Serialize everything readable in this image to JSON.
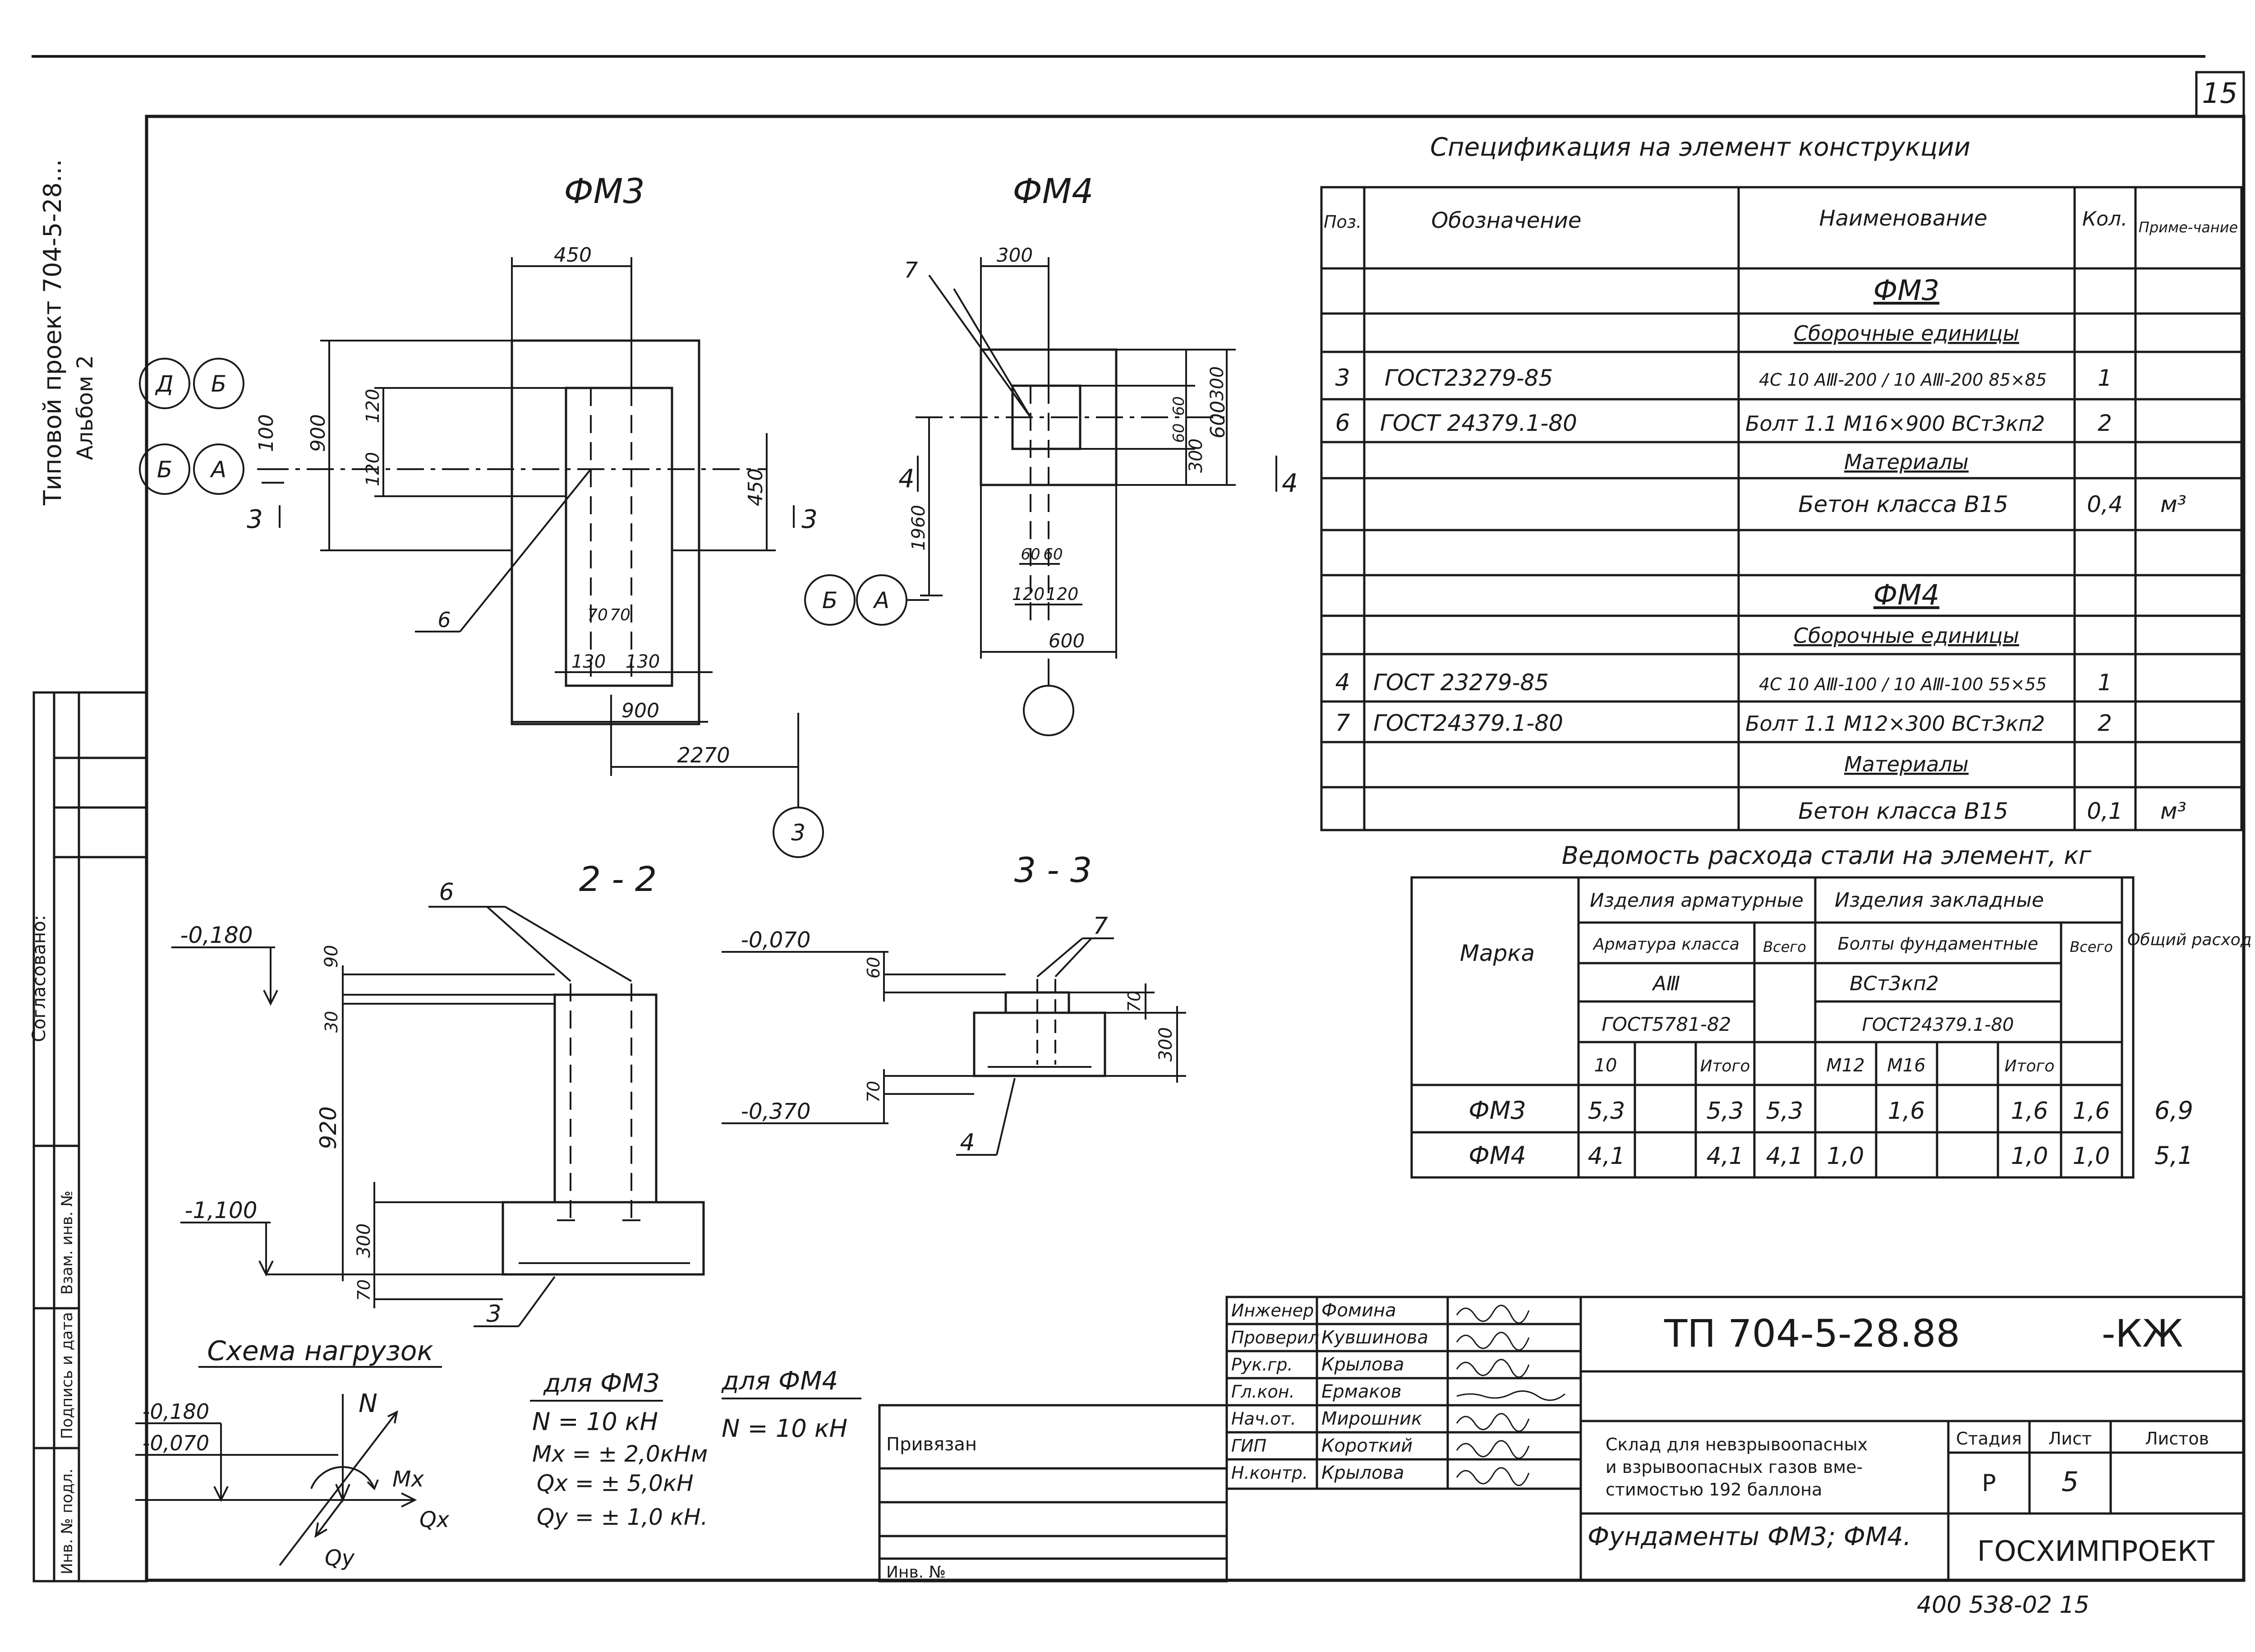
{
  "sheet_number": "15",
  "side_stamp": {
    "project_line": "Типовой проект 704-5-28...",
    "album": "Альбом 2",
    "agreed": "Согласовано:",
    "inv_replace": "Взам. инв. №",
    "sign_date": "Подпись и дата",
    "inv_orig": "Инв. № подл."
  },
  "plan_fm3": {
    "title": "ФМ3",
    "dims": {
      "w450": "450",
      "h900": "900",
      "v120a": "120",
      "v120b": "120",
      "v100": "100",
      "h450": "450",
      "d70a": "70",
      "d70b": "70",
      "d130a": "130",
      "d130b": "130",
      "w900": "900",
      "off2270": "2270"
    },
    "axis_labels": [
      "Д",
      "Б",
      "Б",
      "А"
    ],
    "section_mark": "3",
    "pos_callout": "6",
    "axis_circle": "3"
  },
  "plan_fm4": {
    "title": "ФМ4",
    "dims": {
      "w300": "300",
      "v60a": "60",
      "v60b": "60",
      "v300a": "300",
      "v300b": "300",
      "v600": "600",
      "h1960": "1960",
      "d60a": "60",
      "d60b": "60",
      "d120a": "120",
      "d120b": "120",
      "w600": "600"
    },
    "axis_labels": [
      "Б",
      "А"
    ],
    "section_mark": "4",
    "pos_callout": "7"
  },
  "section_22": {
    "title": "2 - 2",
    "elev_top": "-0,180",
    "elev_bottom": "-1,100",
    "dims": {
      "d90": "90",
      "d30": "30",
      "d920": "920",
      "d300": "300",
      "d70": "70"
    },
    "callout_top": "6",
    "callout_bottom": "3"
  },
  "section_33": {
    "title": "3 - 3",
    "elev_top": "-0,070",
    "elev_bottom": "-0,370",
    "dims": {
      "d60": "60",
      "d70a": "70",
      "d300": "300",
      "d70b": "70"
    },
    "callout_top": "7",
    "callout_bottom": "4"
  },
  "load_scheme": {
    "title": "Схема нагрузок",
    "elev1": "-0,180",
    "elev2": "-0,070",
    "labels": {
      "N": "N",
      "Mx": "Mx",
      "Qx": "Qx",
      "Qy": "Qy"
    },
    "fm3_head": "для ФМ3",
    "fm3_lines": [
      "N = 10 кН",
      "Mx = ± 2,0кНм",
      "Qx = ± 5,0кН",
      "Qy = ± 1,0 кН."
    ],
    "fm4_head": "для ФМ4",
    "fm4_lines": [
      "N = 10 кН"
    ]
  },
  "spec": {
    "title": "Спецификация на элемент конструкции",
    "headers": {
      "pos": "Поз.",
      "designation": "Обозначение",
      "name": "Наименование",
      "qty": "Кол.",
      "note": "Приме-чание"
    },
    "rows": [
      {
        "pos": "",
        "designation": "",
        "name": "ФМ3",
        "qty": "",
        "note": ""
      },
      {
        "pos": "",
        "designation": "",
        "name": "Сборочные единицы",
        "qty": "",
        "note": ""
      },
      {
        "pos": "3",
        "designation": "ГОСТ23279-85",
        "name": "4С 10 АⅢ-200 / 10 АⅢ-200  85×85",
        "qty": "1",
        "note": ""
      },
      {
        "pos": "6",
        "designation": "ГОСТ 24379.1-80",
        "name": "Болт 1.1 М16×900 ВСт3кп2",
        "qty": "2",
        "note": ""
      },
      {
        "pos": "",
        "designation": "",
        "name": "Материалы",
        "qty": "",
        "note": ""
      },
      {
        "pos": "",
        "designation": "",
        "name": "Бетон класса В15",
        "qty": "0,4",
        "note": "м³"
      },
      {
        "pos": "",
        "designation": "",
        "name": "",
        "qty": "",
        "note": ""
      },
      {
        "pos": "",
        "designation": "",
        "name": "ФМ4",
        "qty": "",
        "note": ""
      },
      {
        "pos": "",
        "designation": "",
        "name": "Сборочные единицы",
        "qty": "",
        "note": ""
      },
      {
        "pos": "4",
        "designation": "ГОСТ 23279-85",
        "name": "4С 10 АⅢ-100 / 10 АⅢ-100  55×55",
        "qty": "1",
        "note": ""
      },
      {
        "pos": "7",
        "designation": "ГОСТ24379.1-80",
        "name": "Болт 1.1 М12×300 ВСт3кп2",
        "qty": "2",
        "note": ""
      },
      {
        "pos": "",
        "designation": "",
        "name": "Материалы",
        "qty": "",
        "note": ""
      },
      {
        "pos": "",
        "designation": "",
        "name": "Бетон класса В15",
        "qty": "0,1",
        "note": "м³"
      }
    ]
  },
  "steel": {
    "title": "Ведомость расхода стали на элемент, кг",
    "headers": {
      "mark": "Марка",
      "rebar_group": "Изделия арматурные",
      "rebar_class": "Арматура класса",
      "rebar_grade": "АⅢ",
      "rebar_gost": "ГОСТ5781-82",
      "rebar_10": "10",
      "rebar_total": "Итого",
      "rebar_all": "Всего",
      "embed_group": "Изделия закладные",
      "embed_bolts": "Болты фундаментные",
      "embed_steel": "ВСт3кп2",
      "embed_gost": "ГОСТ24379.1-80",
      "m12": "М12",
      "m16": "М16",
      "embed_total": "Итого",
      "embed_all": "Всего",
      "overall": "Общий расход"
    },
    "rows": [
      {
        "mark": "ФМ3",
        "c10": "5,3",
        "c10b": "",
        "total1": "5,3",
        "all1": "5,3",
        "m12": "",
        "m16": "1,6",
        "mx": "",
        "total2": "1,6",
        "all2": "1,6",
        "overall": "6,9"
      },
      {
        "mark": "ФМ4",
        "c10": "4,1",
        "c10b": "",
        "total1": "4,1",
        "all1": "4,1",
        "m12": "1,0",
        "m16": "",
        "mx": "",
        "total2": "1,0",
        "all2": "1,0",
        "overall": "5,1"
      }
    ]
  },
  "title_block": {
    "signatures": [
      {
        "role": "Инженер",
        "name": "Фомина"
      },
      {
        "role": "Проверил",
        "name": "Кувшинова"
      },
      {
        "role": "Рук.гр.",
        "name": "Крылова"
      },
      {
        "role": "Гл.кон.",
        "name": "Ермаков"
      },
      {
        "role": "Нач.от.",
        "name": "Мирошник"
      },
      {
        "role": "ГИП",
        "name": "Короткий"
      },
      {
        "role": "Н.контр.",
        "name": "Крылова"
      }
    ],
    "attached": "Привязан",
    "inv_no": "Инв. №",
    "code": "ТП 704-5-28.88",
    "code_suffix": "-КЖ",
    "description": [
      "Склад для невзрывоопасных",
      "и взрывоопасных газов вме-",
      "стимостью 192 баллона"
    ],
    "stage_label": "Стадия",
    "sheet_label": "Лист",
    "sheets_label": "Листов",
    "stage": "Р",
    "sheet": "5",
    "sheets": "",
    "subject": "Фундаменты ФМ3; ФМ4.",
    "org": "ГОСХИМПРОЕКТ"
  },
  "bottom_note": "400 538-02  15"
}
